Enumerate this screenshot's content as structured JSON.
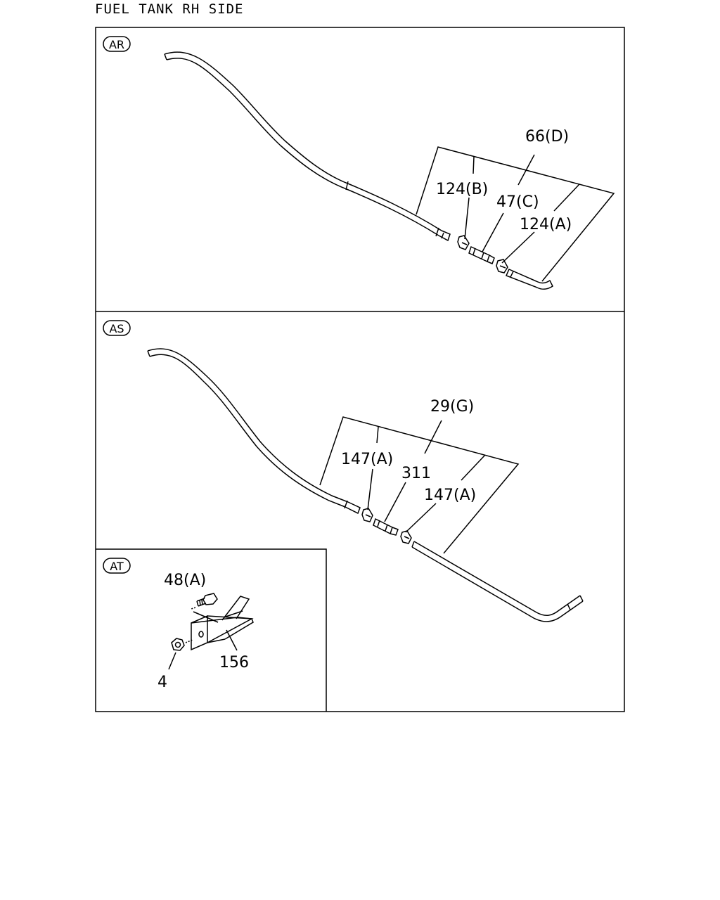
{
  "title": "FUEL TANK RH SIDE",
  "sections": {
    "ar": {
      "badge": "AR",
      "labels": {
        "p66d": "66(D)",
        "p124b": "124(B)",
        "p47c": "47(C)",
        "p124a": "124(A)"
      }
    },
    "as": {
      "badge": "AS",
      "labels": {
        "p29g": "29(G)",
        "p147a_left": "147(A)",
        "p311": "311",
        "p147a_right": "147(A)"
      }
    },
    "at": {
      "badge": "AT",
      "labels": {
        "p48a": "48(A)",
        "p156": "156",
        "p4": "4"
      }
    }
  }
}
